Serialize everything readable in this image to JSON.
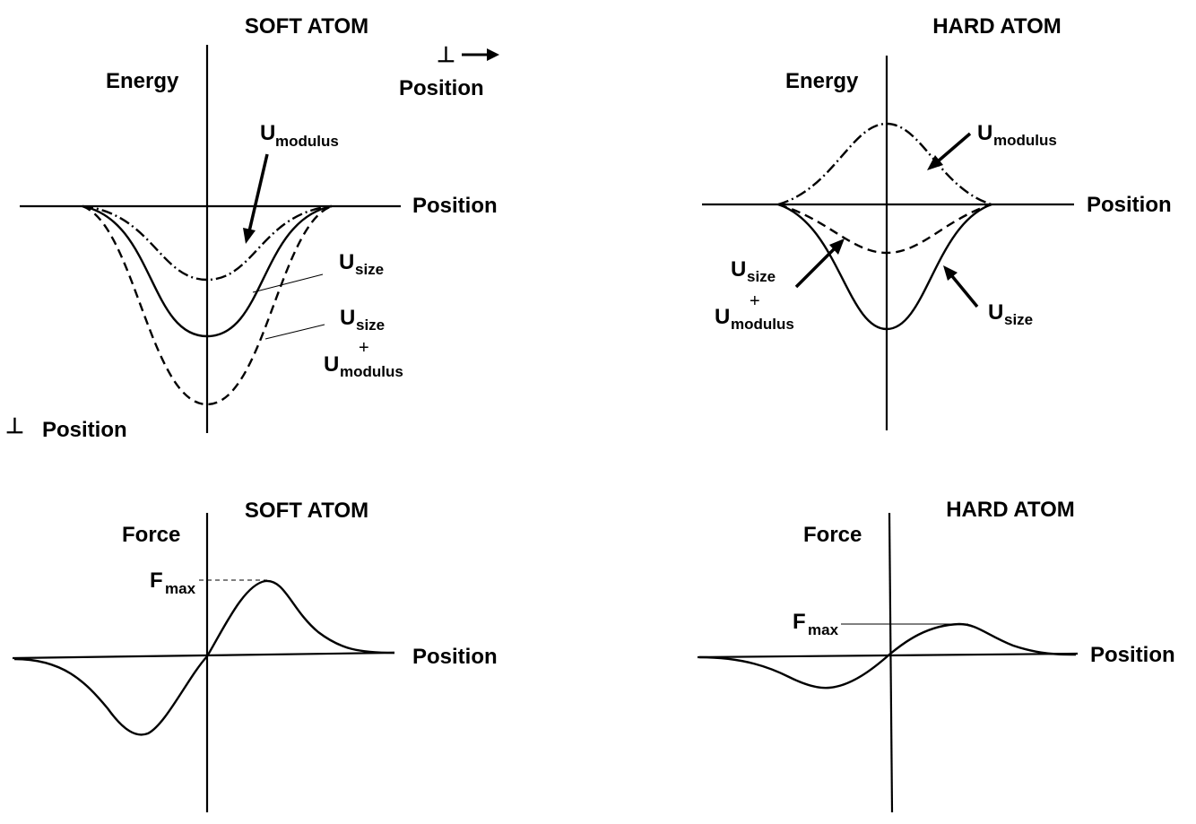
{
  "panels": {
    "soft_energy": {
      "title": "SOFT ATOM",
      "y_label": "Energy",
      "x_label": "Position",
      "perp_label_top": "Position",
      "perp_label_bottom": "Position",
      "perp_symbol": "⊥",
      "u_modulus": {
        "main": "U",
        "sub": "modulus"
      },
      "u_size": {
        "main": "U",
        "sub": "size"
      },
      "u_sum_top": {
        "main": "U",
        "sub": "size"
      },
      "u_sum_plus": "+",
      "u_sum_bottom": {
        "main": "U",
        "sub": "modulus"
      }
    },
    "hard_energy": {
      "title": "HARD ATOM",
      "y_label": "Energy",
      "x_label": "Position",
      "u_modulus": {
        "main": "U",
        "sub": "modulus"
      },
      "u_size": {
        "main": "U",
        "sub": "size"
      },
      "u_sum_top": {
        "main": "U",
        "sub": "size"
      },
      "u_sum_plus": "+",
      "u_sum_bottom": {
        "main": "U",
        "sub": "modulus"
      }
    },
    "soft_force": {
      "title": "SOFT ATOM",
      "y_label": "Force",
      "x_label": "Position",
      "fmax": {
        "main": "F",
        "sub": "max"
      }
    },
    "hard_force": {
      "title": "HARD ATOM",
      "y_label": "Force",
      "x_label": "Position",
      "fmax": {
        "main": "F",
        "sub": "max"
      }
    }
  },
  "curve_styles": {
    "u_modulus": "dash-dot",
    "u_size": "solid",
    "u_size_plus_u_modulus": "dashed",
    "force": "solid"
  },
  "colors": {
    "ink": "#000000",
    "background": "#ffffff"
  }
}
